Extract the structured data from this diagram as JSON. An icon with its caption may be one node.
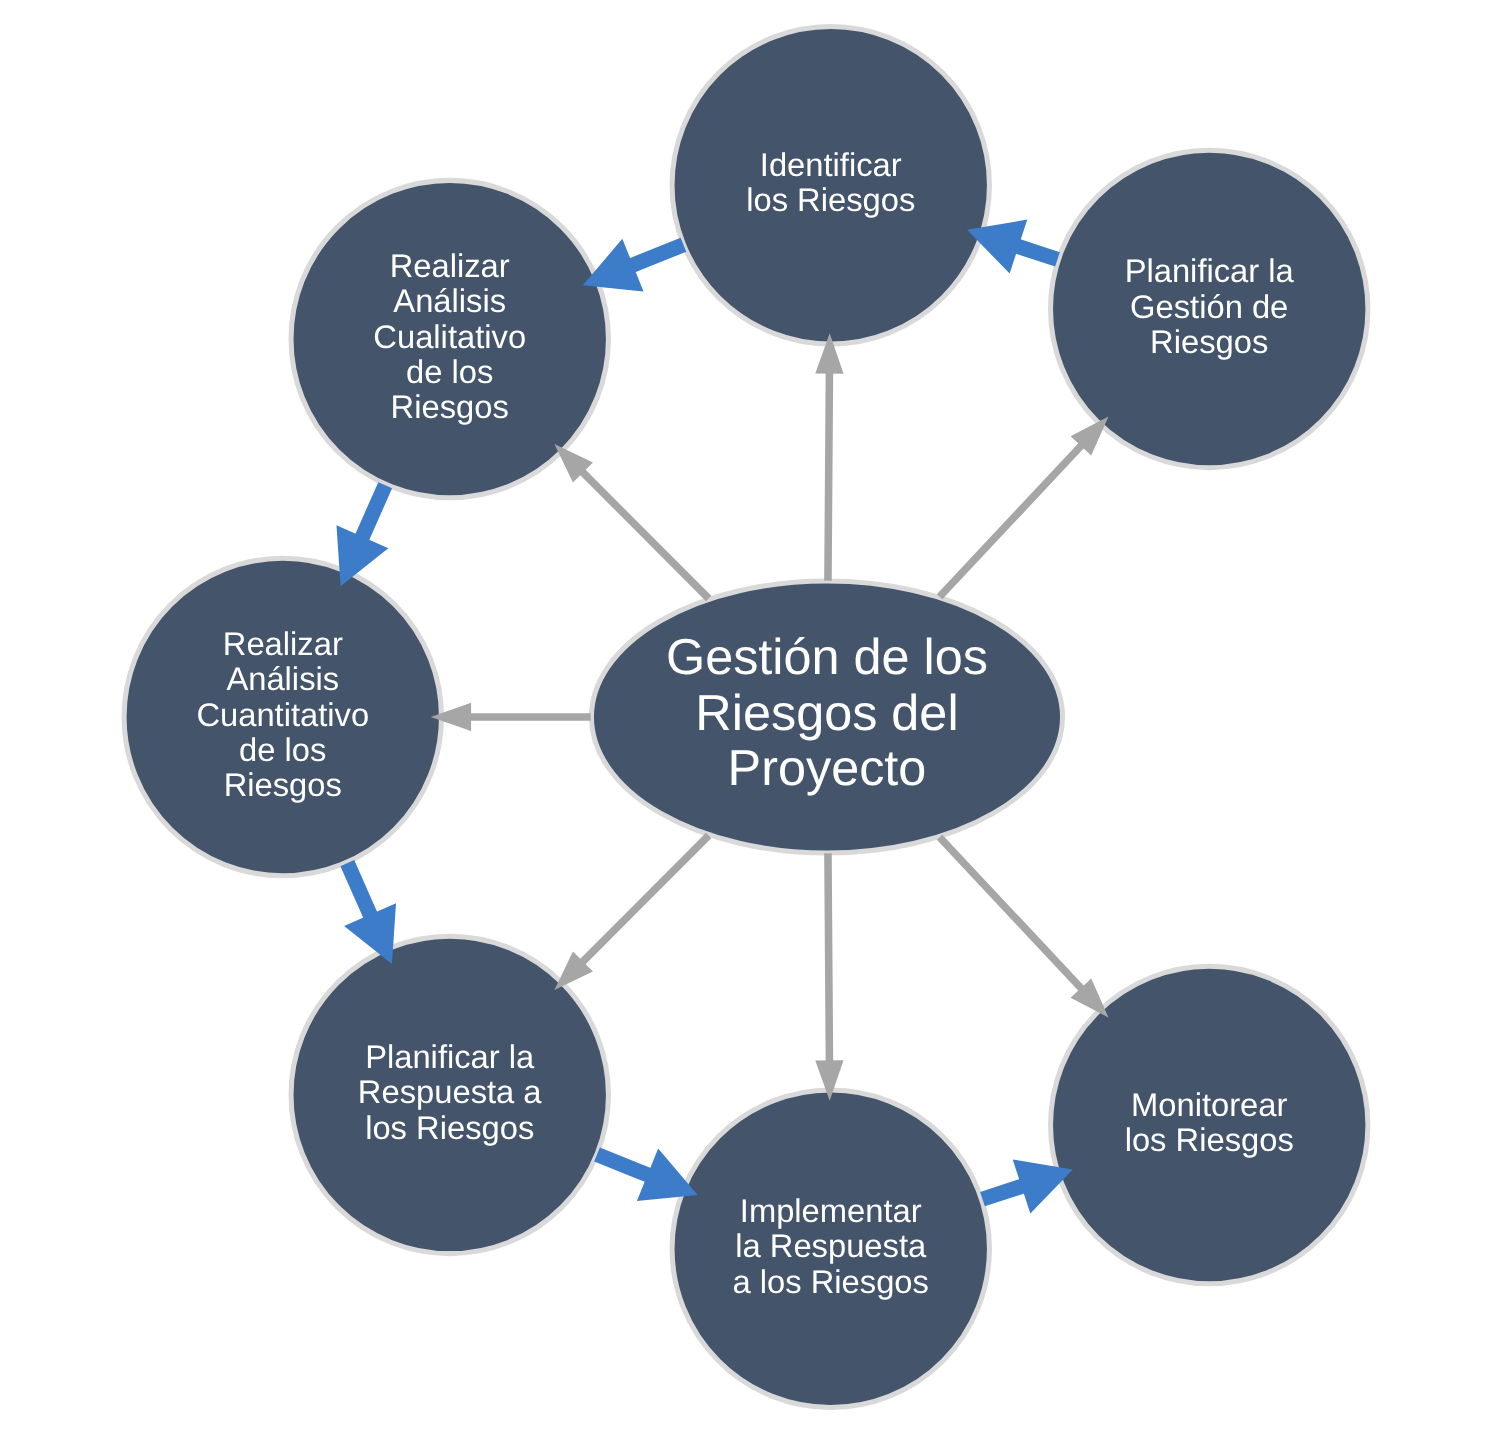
{
  "diagram": {
    "nodes": [
      {
        "text": [
          "Gestión de los Riesgos del Proyecto"
        ]
      },
      {
        "text": [
          "Planificar la Gestión de Riesgos"
        ]
      },
      {
        "text": [
          "Identificar los Riesgos"
        ]
      },
      {
        "text": [
          "Realizar Análisis Cualitativo de los Riesgos"
        ]
      },
      {
        "text": [
          "Realizar Análisis Cuantitativo de los Riesgos"
        ]
      },
      {
        "text": [
          "Planificar la Respuesta a los Riesgos"
        ]
      },
      {
        "text": [
          "Implementar la Respuesta a los Riesgos"
        ]
      },
      {
        "text": [
          "Monitorear los Riesgos"
        ]
      }
    ],
    "edges": [
      {
        "from": 0,
        "to": 1,
        "arrow": "to"
      },
      {
        "from": 0,
        "to": 2,
        "arrow": "to"
      },
      {
        "from": 0,
        "to": 3,
        "arrow": "to"
      },
      {
        "from": 0,
        "to": 4,
        "arrow": "to"
      },
      {
        "from": 0,
        "to": 5,
        "arrow": "to"
      },
      {
        "from": 0,
        "to": 6,
        "arrow": "to"
      },
      {
        "from": 0,
        "to": 7,
        "arrow": "to"
      },
      {
        "from": 1,
        "to": 2,
        "arrow": "to",
        "style": "thick",
        "color": "#3d7cc9"
      },
      {
        "from": 2,
        "to": 3,
        "arrow": "to",
        "style": "thick",
        "color": "#3d7cc9"
      },
      {
        "from": 3,
        "to": 4,
        "arrow": "to",
        "style": "thick",
        "color": "#3d7cc9"
      },
      {
        "from": 4,
        "to": 5,
        "arrow": "to",
        "style": "thick",
        "color": "#3d7cc9"
      },
      {
        "from": 5,
        "to": 6,
        "arrow": "to",
        "style": "thick",
        "color": "#3d7cc9"
      },
      {
        "from": 6,
        "to": 7,
        "arrow": "to",
        "style": "thick",
        "color": "#3d7cc9"
      }
    ]
  }
}
